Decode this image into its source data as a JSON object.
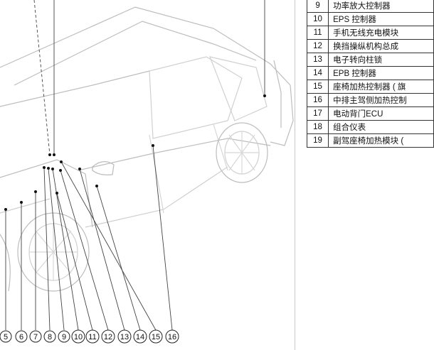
{
  "table": {
    "rows": [
      {
        "num": "9",
        "name": "功率放大控制器"
      },
      {
        "num": "10",
        "name": "EPS 控制器"
      },
      {
        "num": "11",
        "name": "手机无线充电模块"
      },
      {
        "num": "12",
        "name": "换挡操纵机构总成"
      },
      {
        "num": "13",
        "name": "电子转向柱锁"
      },
      {
        "num": "14",
        "name": "EPB 控制器"
      },
      {
        "num": "15",
        "name": "座椅加热控制器 ( 旗"
      },
      {
        "num": "16",
        "name": "中排主驾侧加热控制"
      },
      {
        "num": "17",
        "name": "电动背门ECU"
      },
      {
        "num": "18",
        "name": "组合仪表"
      },
      {
        "num": "19",
        "name": "副驾座椅加热模块 ("
      }
    ]
  },
  "callouts": [
    {
      "num": "5"
    },
    {
      "num": "6"
    },
    {
      "num": "7"
    },
    {
      "num": "8"
    },
    {
      "num": "9"
    },
    {
      "num": "10"
    },
    {
      "num": "11"
    },
    {
      "num": "12"
    },
    {
      "num": "13"
    },
    {
      "num": "14"
    },
    {
      "num": "15"
    },
    {
      "num": "16"
    }
  ]
}
